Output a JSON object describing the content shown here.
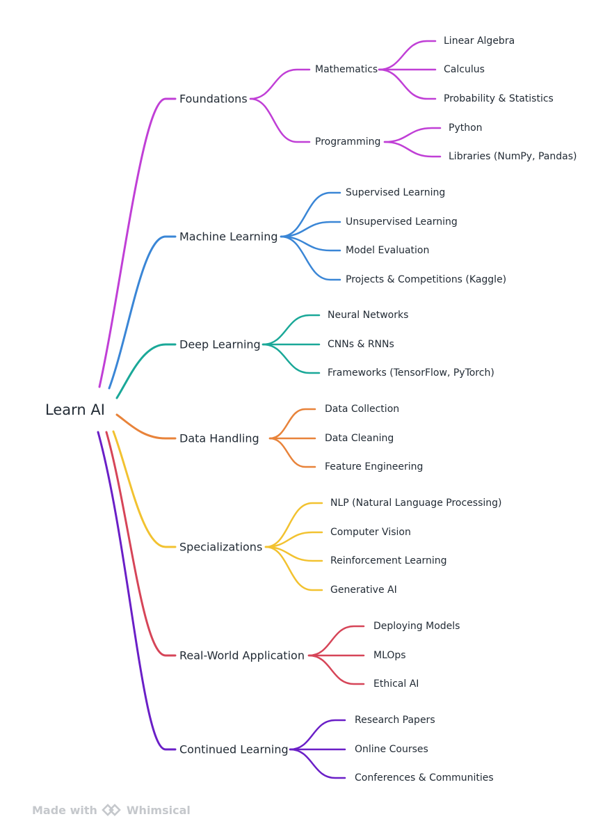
{
  "root": {
    "label": "Learn AI"
  },
  "branches": [
    {
      "label": "Foundations",
      "color": "#c03fd6",
      "children": [
        {
          "label": "Mathematics",
          "children": [
            {
              "label": "Linear Algebra"
            },
            {
              "label": "Calculus"
            },
            {
              "label": "Probability & Statistics"
            }
          ]
        },
        {
          "label": "Programming",
          "children": [
            {
              "label": "Python"
            },
            {
              "label": "Libraries (NumPy, Pandas)"
            }
          ]
        }
      ]
    },
    {
      "label": "Machine Learning",
      "color": "#3a86d6",
      "children": [
        {
          "label": "Supervised Learning"
        },
        {
          "label": "Unsupervised Learning"
        },
        {
          "label": "Model Evaluation"
        },
        {
          "label": "Projects & Competitions (Kaggle)"
        }
      ]
    },
    {
      "label": "Deep Learning",
      "color": "#1aa898",
      "children": [
        {
          "label": "Neural Networks"
        },
        {
          "label": "CNNs & RNNs"
        },
        {
          "label": "Frameworks (TensorFlow, PyTorch)"
        }
      ]
    },
    {
      "label": "Data Handling",
      "color": "#e8833a",
      "children": [
        {
          "label": "Data Collection"
        },
        {
          "label": "Data Cleaning"
        },
        {
          "label": "Feature Engineering"
        }
      ]
    },
    {
      "label": "Specializations",
      "color": "#f2c230",
      "children": [
        {
          "label": "NLP (Natural Language Processing)"
        },
        {
          "label": "Computer Vision"
        },
        {
          "label": "Reinforcement Learning"
        },
        {
          "label": "Generative AI"
        }
      ]
    },
    {
      "label": "Real-World Application",
      "color": "#d64558",
      "children": [
        {
          "label": "Deploying Models"
        },
        {
          "label": "MLOps"
        },
        {
          "label": "Ethical AI"
        }
      ]
    },
    {
      "label": "Continued Learning",
      "color": "#6a1fc7",
      "children": [
        {
          "label": "Research Papers"
        },
        {
          "label": "Online Courses"
        },
        {
          "label": "Conferences & Communities"
        }
      ]
    }
  ],
  "watermark": {
    "prefix": "Made with",
    "brand": "Whimsical",
    "icon": "whimsical-logo-icon"
  }
}
